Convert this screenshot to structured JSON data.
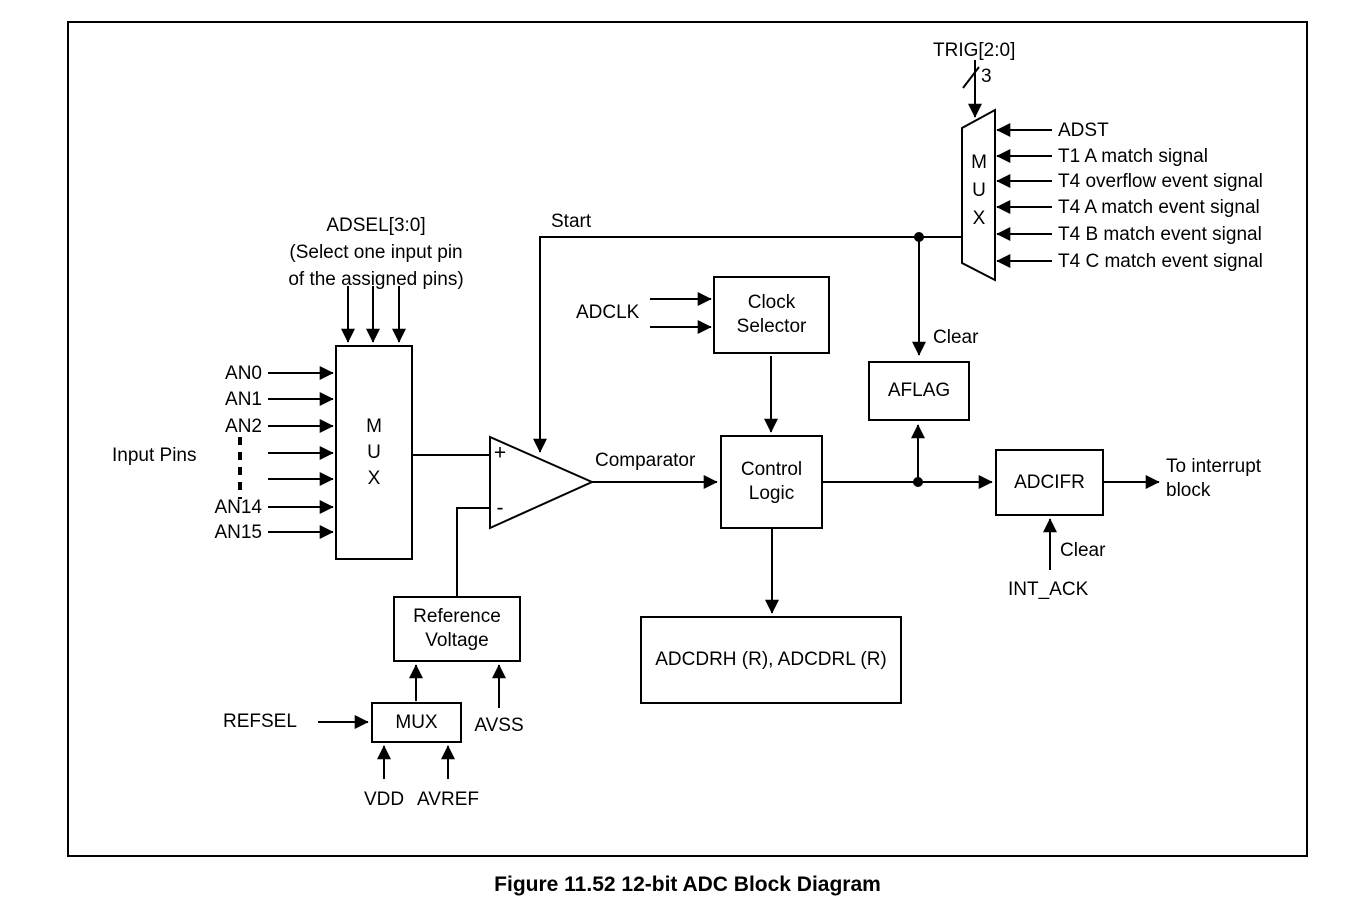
{
  "caption": "Figure 11.52 12-bit ADC Block Diagram",
  "trigger": {
    "trig_label": "TRIG[2:0]",
    "bus_width": "3",
    "mux_label": "MUX",
    "inputs": [
      "ADST",
      "T1 A match signal",
      "T4 overflow event signal",
      "T4 A match event signal",
      "T4 B match event signal",
      "T4 C match event signal"
    ],
    "clear_label": "Clear"
  },
  "analog_inputs": {
    "adsel_label": "ADSEL[3:0]",
    "adsel_note_line1": "(Select one input pin",
    "adsel_note_line2": "of the assigned pins)",
    "input_pins_label": "Input Pins",
    "channels": [
      "AN0",
      "AN1",
      "AN2",
      "AN14",
      "AN15"
    ],
    "mux_label": "MUX"
  },
  "comparator": {
    "plus_label": "+",
    "minus_label": "-",
    "label": "Comparator",
    "start_label": "Start"
  },
  "clock": {
    "adclk_label": "ADCLK",
    "selector_label": "Clock Selector"
  },
  "control_logic": {
    "label": "Control Logic"
  },
  "aflag": {
    "label": "AFLAG"
  },
  "result_registers": {
    "label": "ADCDRH (R), ADCDRL (R)"
  },
  "interrupt": {
    "adcifr_label": "ADCIFR",
    "output_label": "To interrupt block",
    "clear_label": "Clear",
    "int_ack_label": "INT_ACK"
  },
  "reference": {
    "block_label": "Reference Voltage",
    "mux_label": "MUX",
    "refsel_label": "REFSEL",
    "avss_label": "AVSS",
    "vdd_label": "VDD",
    "avref_label": "AVREF"
  }
}
